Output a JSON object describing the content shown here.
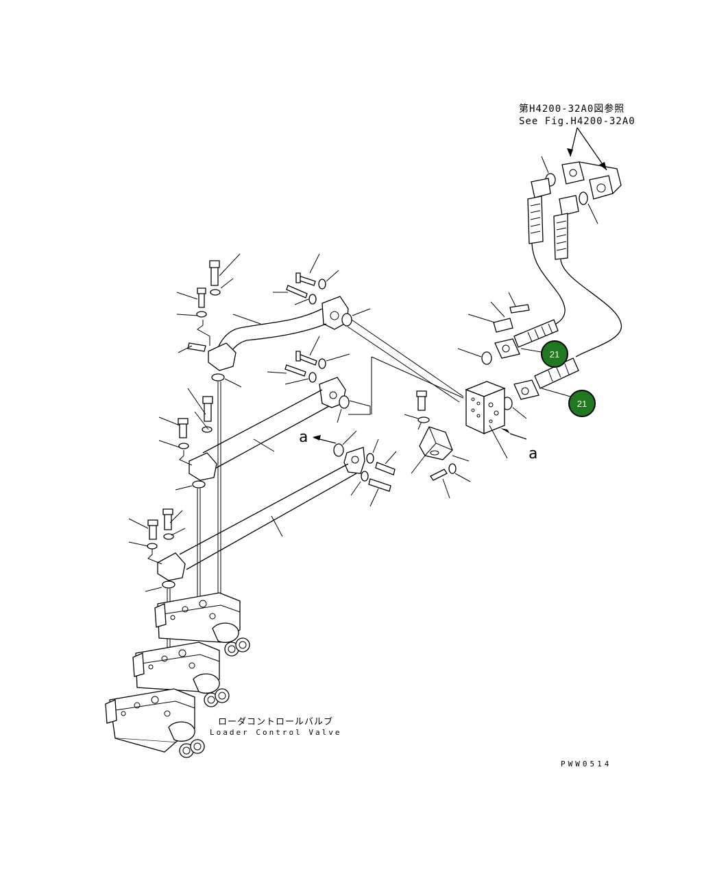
{
  "reference_note": {
    "line1": "第H4200-32A0図参照",
    "line2": "See Fig.H4200-32A0"
  },
  "valve_label": {
    "jp": "ローダコントロールバルブ",
    "en": "Loader Control Valve"
  },
  "view_marker": {
    "a1": "a",
    "a2": "a"
  },
  "drawing_code": "PWW0514",
  "callouts": [
    {
      "number": "21",
      "color": "#1f7a1f"
    },
    {
      "number": "21",
      "color": "#1f7a1f"
    }
  ]
}
